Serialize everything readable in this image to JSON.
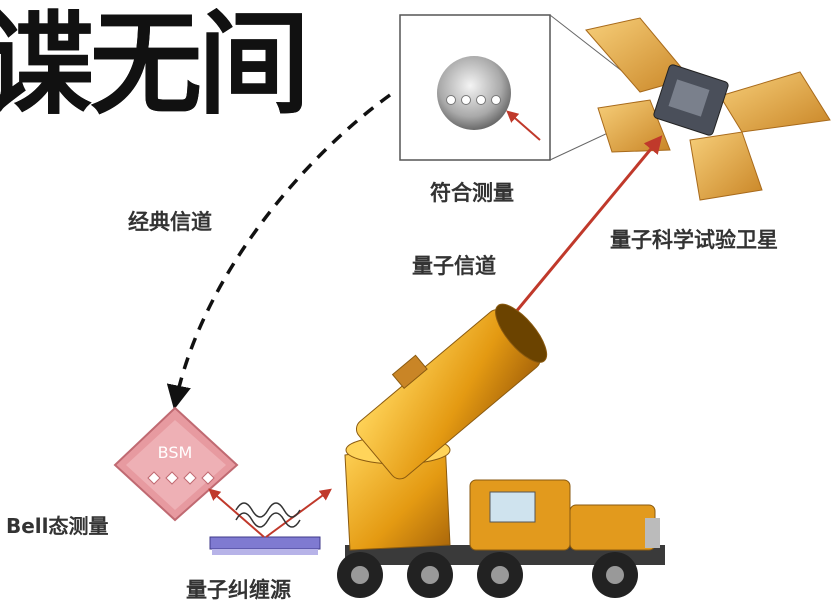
{
  "title": "谍无间",
  "labels": {
    "classical_channel": "经典信道",
    "coincidence_measurement": "符合测量",
    "satellite": "量子科学试验卫星",
    "quantum_channel": "量子信道",
    "bell_measurement": "Bell态测量",
    "entanglement_source": "量子纠缠源",
    "bsm": "BSM"
  },
  "colors": {
    "laser": "#c0392b",
    "telescope": "#e8a01c",
    "satellite_panel": "#e0a34a",
    "bsm_fill": "#e79aa0",
    "truck_cab": "#e29a1d"
  },
  "icons": [
    "satellite-icon",
    "telescope-icon",
    "truck-icon",
    "bsm-diamond-icon",
    "crystal-icon"
  ]
}
